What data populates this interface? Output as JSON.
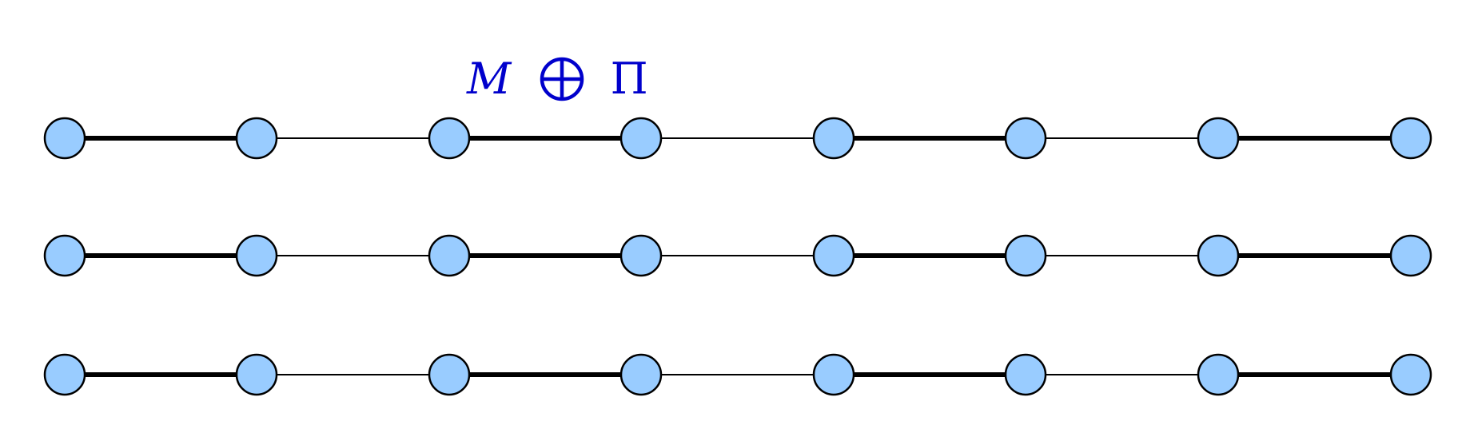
{
  "formula": {
    "left": "M",
    "operator": "⊕",
    "right": "Π"
  },
  "colors": {
    "node_fill": "#99ccff",
    "node_stroke": "#000000",
    "edge": "#000000",
    "formula": "#0000cc"
  },
  "paths": [
    {
      "id": "path-1",
      "nodes": 8,
      "edges": [
        "thick",
        "thin",
        "thick",
        "thin",
        "thick",
        "thin",
        "thick"
      ]
    },
    {
      "id": "path-2",
      "nodes": 8,
      "edges": [
        "thick",
        "thin",
        "thick",
        "thin",
        "thick",
        "thin",
        "thick"
      ]
    },
    {
      "id": "path-3",
      "nodes": 8,
      "edges": [
        "thick",
        "thin",
        "thick",
        "thin",
        "thick",
        "thin",
        "thick"
      ]
    }
  ]
}
